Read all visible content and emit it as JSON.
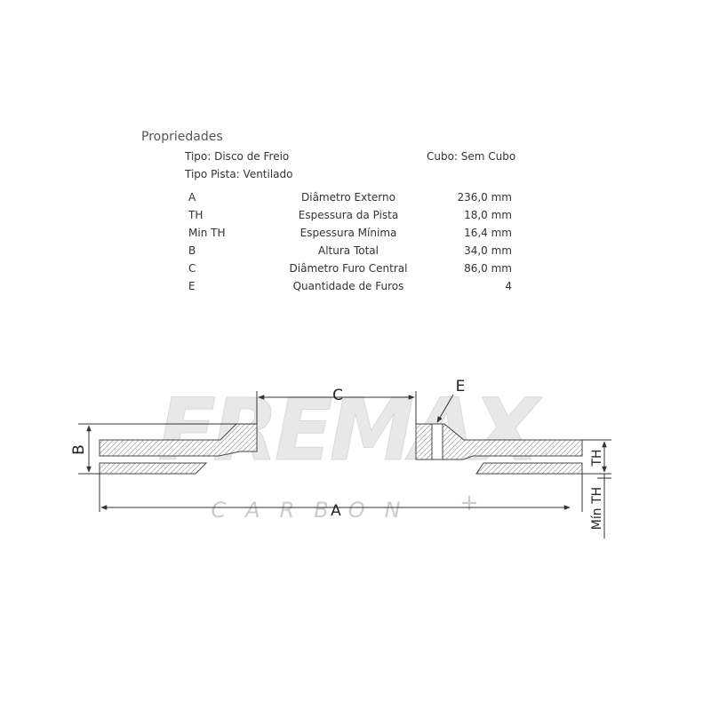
{
  "properties": {
    "title": "Propriedades",
    "tipo": "Tipo: Disco de Freio",
    "tipo_pista": "Tipo Pista: Ventilado",
    "cubo": "Cubo: Sem Cubo"
  },
  "specs": [
    {
      "code": "A",
      "description": "Diâmetro Externo",
      "value": "236,0 mm"
    },
    {
      "code": "TH",
      "description": "Espessura da Pista",
      "value": "18,0 mm"
    },
    {
      "code": "Min TH",
      "description": "Espessura Mínima",
      "value": "16,4 mm"
    },
    {
      "code": "B",
      "description": "Altura Total",
      "value": "34,0 mm"
    },
    {
      "code": "C",
      "description": "Diâmetro Furo Central",
      "value": "86,0 mm"
    },
    {
      "code": "E",
      "description": "Quantidade de Furos",
      "value": "4"
    }
  ],
  "drawing": {
    "label_a": "A",
    "label_b": "B",
    "label_c": "C",
    "label_e": "E",
    "label_th": "TH",
    "label_min_th": "Mín TH"
  },
  "watermark": {
    "brand": "FREMAX",
    "sub": "CARBON",
    "plus": "+"
  }
}
